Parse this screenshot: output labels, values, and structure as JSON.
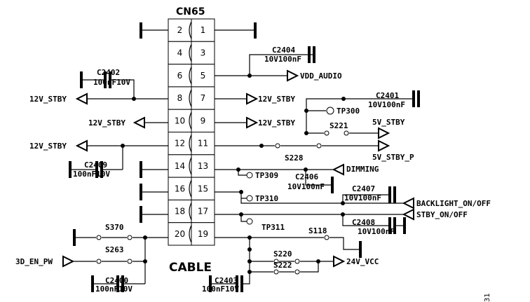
{
  "connector": {
    "name": "CN65",
    "bottom_label": "CABLE",
    "left_pins": [
      "2",
      "4",
      "6",
      "8",
      "10",
      "12",
      "14",
      "16",
      "18",
      "20"
    ],
    "right_pins": [
      "1",
      "3",
      "5",
      "7",
      "9",
      "11",
      "13",
      "15",
      "17",
      "19"
    ]
  },
  "caps": [
    {
      "ref": "C2404",
      "spec": "10V100nF"
    },
    {
      "ref": "C2402",
      "spec": "100nF10V"
    },
    {
      "ref": "C2401",
      "spec": "10V100nF"
    },
    {
      "ref": "C2409",
      "spec": "100nF10V"
    },
    {
      "ref": "C2406",
      "spec": "10V100nF"
    },
    {
      "ref": "C2407",
      "spec": "10V100nF"
    },
    {
      "ref": "C2408",
      "spec": "10V100nF"
    },
    {
      "ref": "C2400",
      "spec": "100nF10V"
    },
    {
      "ref": "C2403",
      "spec": "100nF10V"
    }
  ],
  "nets": {
    "vdd_audio": "VDD_AUDIO",
    "stby12_pin8": "12V_STBY",
    "stby12_pin7": "12V_STBY",
    "stby12_pin10": "12V_STBY",
    "stby12_pin9": "12V_STBY",
    "stby12_pin12": "12V_STBY",
    "stby5": "5V_STBY",
    "stby5_p": "5V_STBY_P",
    "dimming": "DIMMING",
    "backlight": "BACKLIGHT_ON/OFF",
    "stby_onoff": "STBY_ON/OFF",
    "en_pw": "3D_EN_PW",
    "vcc24": "24V_VCC"
  },
  "test_points": [
    "TP300",
    "TP309",
    "TP310",
    "TP311"
  ],
  "switches": [
    "S221",
    "S228",
    "S370",
    "S263",
    "S118",
    "S220",
    "S222"
  ],
  "corner_mark": "31"
}
